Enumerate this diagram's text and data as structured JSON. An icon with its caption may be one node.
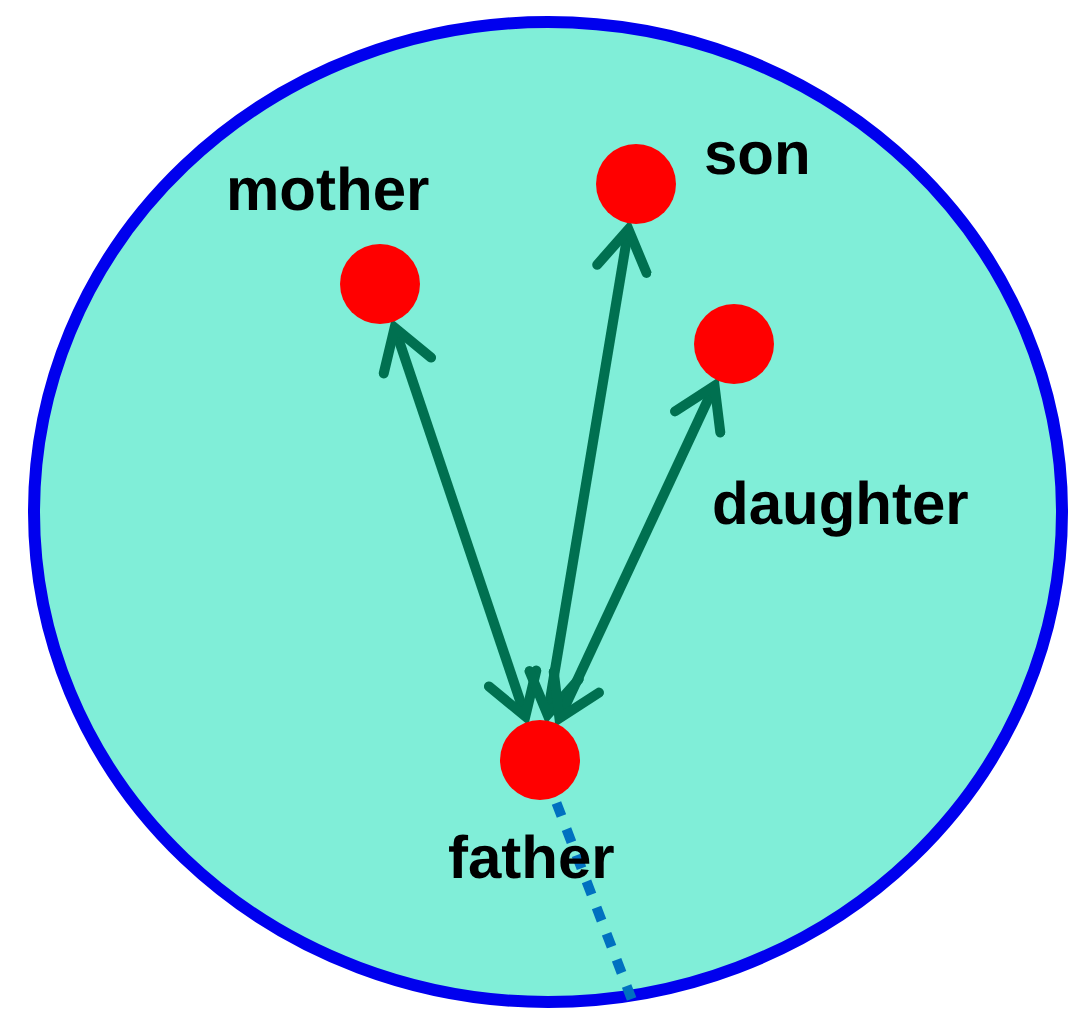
{
  "diagram": {
    "nodes": [
      {
        "text": [],
        "shape": "circle"
      },
      {
        "text": [],
        "shape": "circle",
        "beside": [
          "mother"
        ],
        "in": 0
      },
      {
        "text": [],
        "shape": "circle",
        "beside": [
          "son"
        ],
        "in": 0
      },
      {
        "text": [],
        "shape": "circle",
        "beside": [
          "daughter"
        ],
        "in": 0
      },
      {
        "text": [],
        "shape": "circle",
        "beside": [
          "father"
        ],
        "in": 0
      }
    ],
    "edges": [
      {
        "from": 4,
        "to": 1,
        "arrow": "both"
      },
      {
        "from": 4,
        "to": 2,
        "arrow": "both"
      },
      {
        "from": 4,
        "to": 3,
        "arrow": "both"
      },
      {
        "from": 4,
        "to": null,
        "arrow": "none",
        "style": "dashed",
        "color": "#0070c0"
      }
    ]
  }
}
